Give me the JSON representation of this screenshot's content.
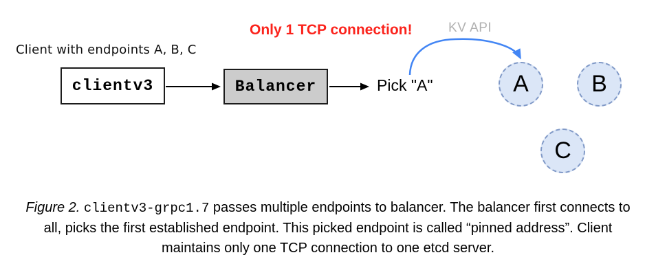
{
  "colors": {
    "red_note": "#fb231c",
    "gray_note": "#b1b1b1",
    "blue_arrow": "#4285f4",
    "endpoint_fill": "#dbe6f7",
    "endpoint_border": "#8099c7",
    "balancer_fill": "#cccccc",
    "box_border": "#1c1c1c"
  },
  "diagram": {
    "client_note": "Client with endpoints A, B, C",
    "tcp_note": "Only 1 TCP connection!",
    "kv_api_label": "KV API",
    "clientv3_label": "clientv3",
    "balancer_label": "Balancer",
    "pick_label": "Pick \"A\"",
    "endpoints": [
      {
        "id": "A",
        "label": "A"
      },
      {
        "id": "B",
        "label": "B"
      },
      {
        "id": "C",
        "label": "C"
      }
    ]
  },
  "caption": {
    "figure_label": "Figure 2.",
    "code": "clientv3-grpc1.7",
    "text": "passes multiple endpoints to balancer. The balancer first connects to all, picks the first established endpoint. This picked endpoint is called “pinned address”. Client maintains only one TCP connection to one etcd server."
  }
}
